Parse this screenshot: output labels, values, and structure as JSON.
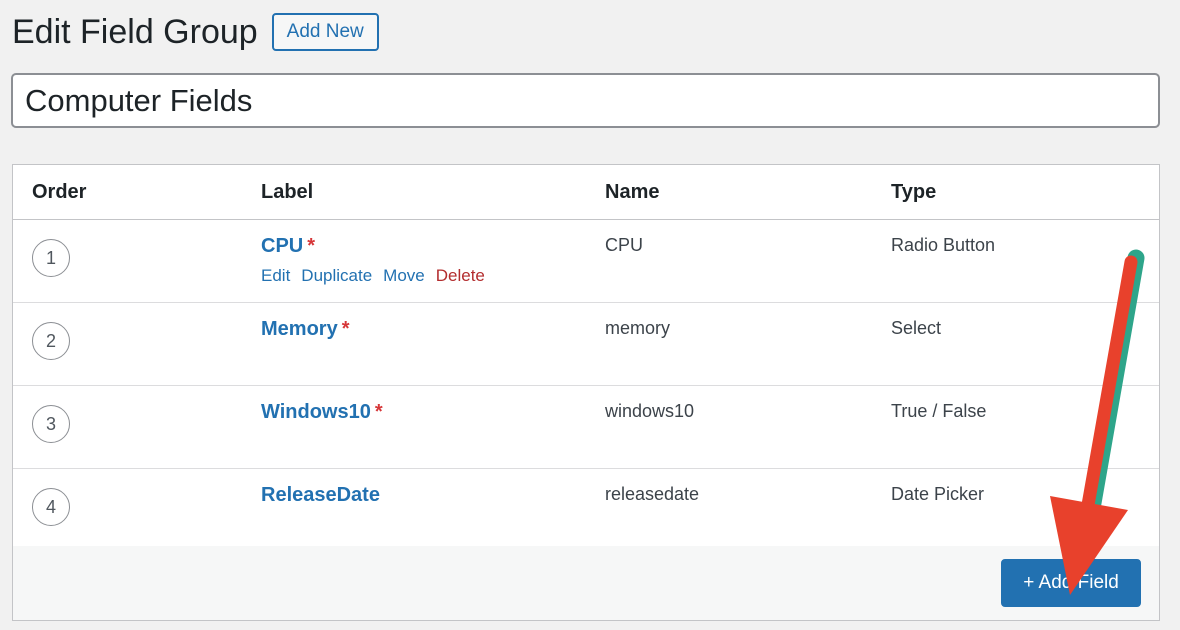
{
  "header": {
    "title": "Edit Field Group",
    "add_new_label": "Add New"
  },
  "title_field": {
    "value": "Computer Fields"
  },
  "table": {
    "columns": {
      "order": "Order",
      "label": "Label",
      "name": "Name",
      "type": "Type"
    },
    "rows": [
      {
        "order": "1",
        "label": "CPU",
        "required": "*",
        "name": "CPU",
        "type": "Radio Button"
      },
      {
        "order": "2",
        "label": "Memory",
        "required": "*",
        "name": "memory",
        "type": "Select"
      },
      {
        "order": "3",
        "label": "Windows10",
        "required": "*",
        "name": "windows10",
        "type": "True / False"
      },
      {
        "order": "4",
        "label": "ReleaseDate",
        "required": "",
        "name": "releasedate",
        "type": "Date Picker"
      }
    ],
    "row_actions": {
      "edit": "Edit",
      "duplicate": "Duplicate",
      "move": "Move",
      "delete": "Delete"
    }
  },
  "footer": {
    "add_field_label": "+ Add Field"
  },
  "annotation": {
    "arrow_color": "#e8412c",
    "arrow_edge_color": "#2ea58a"
  },
  "colors": {
    "accent": "#2271b1",
    "required": "#d63638",
    "delete": "#b32d2e"
  }
}
